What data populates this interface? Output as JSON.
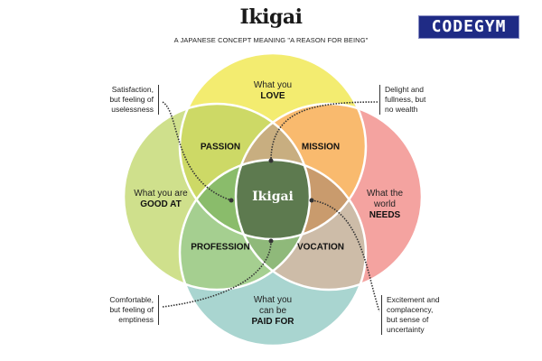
{
  "header": {
    "title": "Ikigai",
    "subtitle": "A JAPANESE CONCEPT MEANING \"A REASON FOR BEING\"",
    "logo_text": "CODEGYM"
  },
  "circles": {
    "love": {
      "line1": "What you",
      "line2": "LOVE",
      "color": "#f3ec70"
    },
    "good_at": {
      "line1": "What you are",
      "line2": "GOOD AT",
      "color": "#cfe08c"
    },
    "needs": {
      "line1": "What the",
      "line1b": "world",
      "line2": "NEEDS",
      "color": "#f4a3a0"
    },
    "paid_for": {
      "line1": "What you",
      "line1b": "can be",
      "line2": "PAID FOR",
      "color": "#a9d5d0"
    }
  },
  "zones": {
    "passion": "PASSION",
    "mission": "MISSION",
    "profession": "PROFESSION",
    "vocation": "VOCATION",
    "center": "Ikigai"
  },
  "notes": {
    "top_left": [
      "Satisfaction,",
      "but feeling of",
      "uselessness"
    ],
    "top_right": [
      "Delight and",
      "fullness, but",
      "no wealth"
    ],
    "bottom_left": [
      "Comfortable,",
      "but feeling of",
      "emptiness"
    ],
    "bottom_right": [
      "Excitement and",
      "complacency,",
      "but sense of",
      "uncertainty"
    ]
  }
}
